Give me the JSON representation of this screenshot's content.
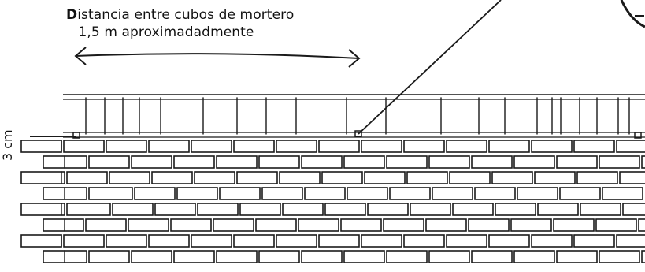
{
  "diagram": {
    "distance_label_initial": "D",
    "distance_label_rest": "istancia entre cubos de mortero",
    "distance_label_line2": "1,5 m aproximadadmente",
    "thickness_label": "3 cm"
  },
  "colors": {
    "ink": "#1a1a1a",
    "background": "#ffffff"
  }
}
